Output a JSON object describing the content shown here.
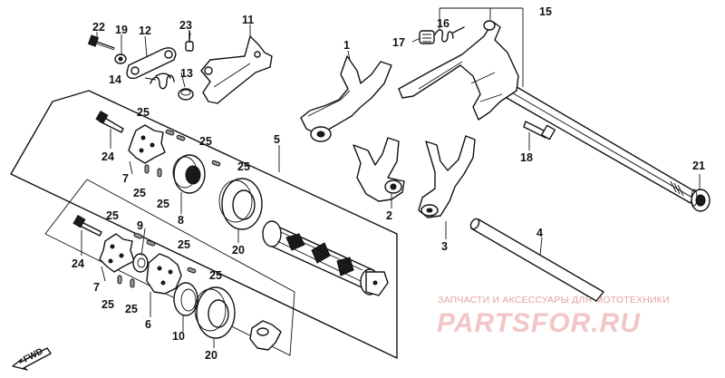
{
  "labels": {
    "l1": "1",
    "l2": "2",
    "l3": "3",
    "l4": "4",
    "l5": "5",
    "l6": "6",
    "l7a": "7",
    "l7b": "7",
    "l8": "8",
    "l9": "9",
    "l10": "10",
    "l11": "11",
    "l12": "12",
    "l13": "13",
    "l14": "14",
    "l15": "15",
    "l16": "16",
    "l17": "17",
    "l18": "18",
    "l19": "19",
    "l20a": "20",
    "l20b": "20",
    "l21": "21",
    "l22": "22",
    "l23": "23",
    "l24a": "24",
    "l24b": "24",
    "l25a": "25",
    "l25b": "25",
    "l25c": "25",
    "l25d": "25",
    "l25e": "25",
    "l25f": "25",
    "l25g": "25",
    "l25h": "25",
    "l25i": "25"
  },
  "fwd": "FWD",
  "watermark": {
    "line1": "ЗАПЧАСТИ И АКСЕССУАРЫ ДЛЯ МОТОТЕХНИКИ",
    "line2": "PARTSFOR.RU",
    "color": "#e3a3a3"
  }
}
